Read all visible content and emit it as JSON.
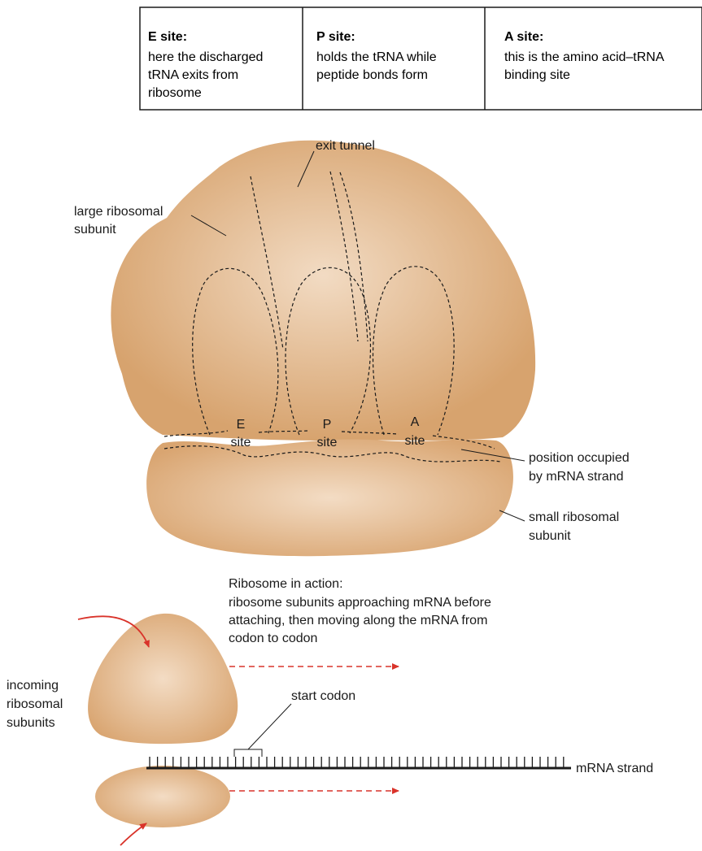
{
  "site_table": {
    "e_site": {
      "title": "E site:",
      "lines": [
        "here the discharged",
        "tRNA exits from",
        "ribosome"
      ]
    },
    "p_site": {
      "title": "P site:",
      "lines": [
        "holds the tRNA while",
        "peptide bonds form"
      ]
    },
    "a_site": {
      "title": "A site:",
      "lines": [
        "this is the amino acid–tRNA",
        "binding site"
      ]
    }
  },
  "ribosome_diagram": {
    "exit_tunnel": "exit tunnel",
    "large_subunit": [
      "large ribosomal",
      "subunit"
    ],
    "sites": [
      {
        "letter": "E",
        "word": "site"
      },
      {
        "letter": "P",
        "word": "site"
      },
      {
        "letter": "A",
        "word": "site"
      }
    ],
    "mrna_position": [
      "position occupied",
      "by mRNA strand"
    ],
    "small_subunit": [
      "small ribosomal",
      "subunit"
    ]
  },
  "action": {
    "title": "Ribosome in action:",
    "lines": [
      "ribosome subunits approaching mRNA before",
      "attaching, then moving along the mRNA from",
      "codon to codon"
    ],
    "incoming": [
      "incoming",
      "ribosomal",
      "subunits"
    ],
    "start_codon": "start codon",
    "mrna_strand": "mRNA strand"
  },
  "colors": {
    "ribosome_light": "#f3dcc4",
    "ribosome_dark": "#d9a571",
    "arrow_red": "#d9332a",
    "outline": "#1a1a1a"
  }
}
